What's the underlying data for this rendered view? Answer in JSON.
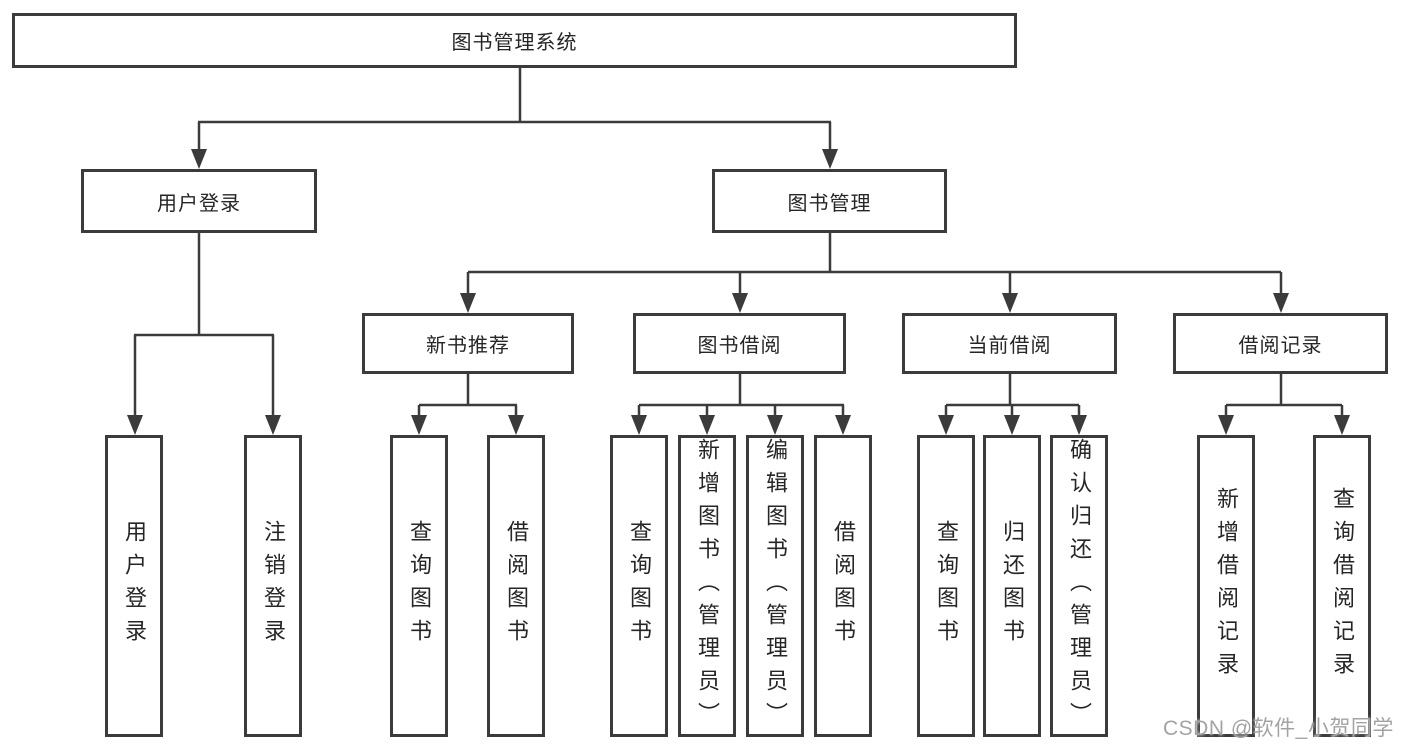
{
  "tree": {
    "root": {
      "label": "图书管理系统",
      "children": [
        {
          "label": "用户登录",
          "children": [
            {
              "label": "用户登录"
            },
            {
              "label": "注销登录"
            }
          ]
        },
        {
          "label": "图书管理",
          "children": [
            {
              "label": "新书推荐",
              "children": [
                {
                  "label": "查询图书"
                },
                {
                  "label": "借阅图书"
                }
              ]
            },
            {
              "label": "图书借阅",
              "children": [
                {
                  "label": "查询图书"
                },
                {
                  "label": "新增图书（管理员）"
                },
                {
                  "label": "编辑图书（管理员）"
                },
                {
                  "label": "借阅图书"
                }
              ]
            },
            {
              "label": "当前借阅",
              "children": [
                {
                  "label": "查询图书"
                },
                {
                  "label": "归还图书"
                },
                {
                  "label": "确认归还（管理员）"
                }
              ]
            },
            {
              "label": "借阅记录",
              "children": [
                {
                  "label": "新增借阅记录"
                },
                {
                  "label": "查询借阅记录"
                }
              ]
            }
          ]
        }
      ]
    }
  },
  "watermark": {
    "text": "CSDN @软件_小贺同学"
  },
  "colors": {
    "line": "#3b3b3b",
    "box_border": "#3b3b3b",
    "text": "#262626",
    "watermark": "#a3a3a3",
    "background": "#ffffff"
  }
}
